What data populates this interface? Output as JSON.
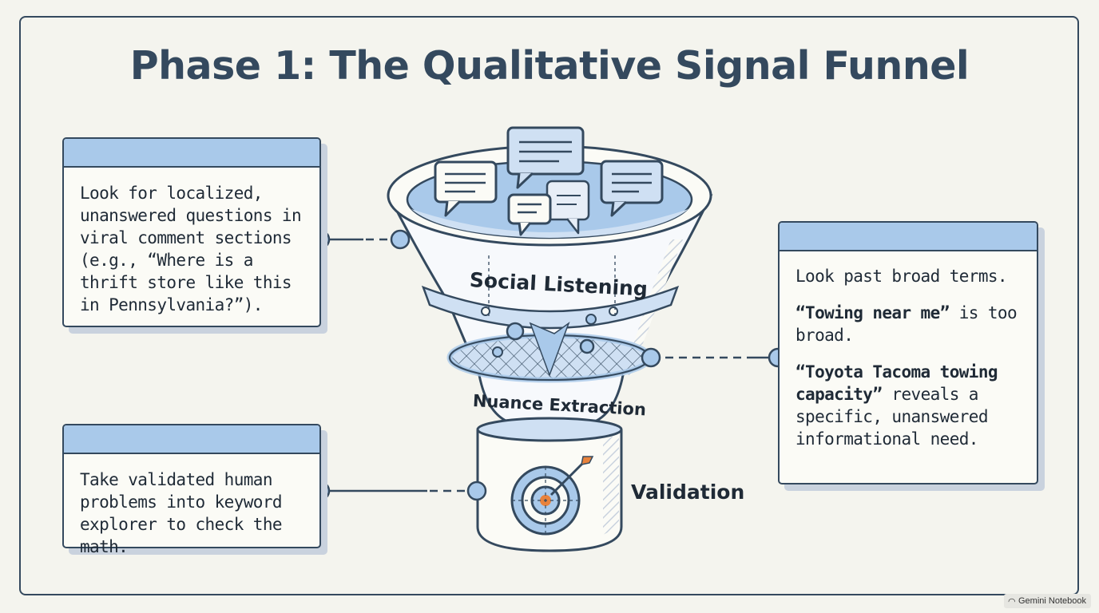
{
  "title": "Phase 1: The Qualitative Signal Funnel",
  "funnel": {
    "stage1_label": "Social Listening",
    "stage2_label": "Nuance Extraction",
    "stage3_label": "Validation"
  },
  "cards": {
    "social": {
      "text": "Look for localized,\nunanswered questions in\nviral comment sections\n(e.g., “Where is a\nthrift store like this\nin Pennsylvania?”)."
    },
    "nuance": {
      "para1": "Look past broad terms.",
      "para2_bold": "“Towing near me”",
      "para2_rest": " is too broad.",
      "para3_bold": "“Toyota Tacoma towing capacity”",
      "para3_rest": " reveals a specific, unanswered informational need."
    },
    "validation": {
      "text": "Take validated human\nproblems into keyword\nexplorer to check the math."
    }
  },
  "watermark": "Gemini Notebook",
  "colors": {
    "ink": "#34495e",
    "accent_blue": "#a9c9ea",
    "light_blue": "#cfe0f3",
    "target_orange": "#e8823c"
  }
}
